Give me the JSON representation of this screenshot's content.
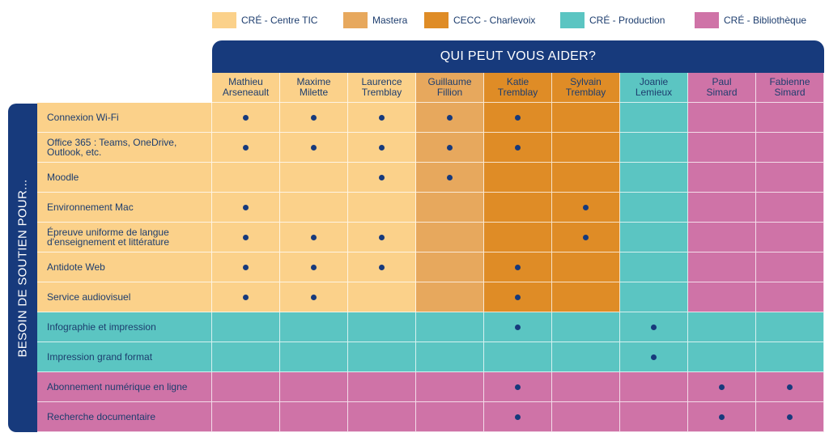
{
  "colors": {
    "cre_centre_tic": "#fbd18a",
    "mastera": "#e7a85d",
    "cecc_charlevoix": "#df8c26",
    "cre_production": "#5bc5c2",
    "cre_bibliotheque": "#cf73a7",
    "navy": "#173a7c"
  },
  "legend": [
    {
      "label": "CRÉ - Centre TIC",
      "group": "cre"
    },
    {
      "label": "Mastera",
      "group": "mastera"
    },
    {
      "label": "CECC - Charlevoix",
      "group": "cecc"
    },
    {
      "label": "CRÉ - Production",
      "group": "prod"
    },
    {
      "label": "CRÉ - Bibliothèque",
      "group": "biblio"
    }
  ],
  "header_title": "QUI PEUT VOUS AIDER?",
  "side_title": "BESOIN DE SOUTIEN POUR...",
  "people": [
    {
      "first": "Mathieu",
      "last": "Arseneault",
      "group": "cre"
    },
    {
      "first": "Maxime",
      "last": "Milette",
      "group": "cre"
    },
    {
      "first": "Laurence",
      "last": "Tremblay",
      "group": "cre"
    },
    {
      "first": "Guillaume",
      "last": "Fillion",
      "group": "mastera"
    },
    {
      "first": "Katie",
      "last": "Tremblay",
      "group": "cecc"
    },
    {
      "first": "Sylvain",
      "last": "Tremblay",
      "group": "cecc"
    },
    {
      "first": "Joanie",
      "last": "Lemieux",
      "group": "prod"
    },
    {
      "first": "Paul",
      "last": "Simard",
      "group": "biblio"
    },
    {
      "first": "Fabienne",
      "last": "Simard",
      "group": "biblio"
    }
  ],
  "rows": [
    {
      "label": "Connexion Wi-Fi",
      "group": "cre",
      "marks": [
        1,
        1,
        1,
        1,
        1,
        0,
        0,
        0,
        0
      ]
    },
    {
      "label": "Office 365 : Teams, OneDrive, Outlook, etc.",
      "group": "cre",
      "marks": [
        1,
        1,
        1,
        1,
        1,
        0,
        0,
        0,
        0
      ]
    },
    {
      "label": "Moodle",
      "group": "cre",
      "marks": [
        0,
        0,
        1,
        1,
        0,
        0,
        0,
        0,
        0
      ]
    },
    {
      "label": "Environnement Mac",
      "group": "cre",
      "marks": [
        1,
        0,
        0,
        0,
        0,
        1,
        0,
        0,
        0
      ]
    },
    {
      "label": "Épreuve uniforme de langue d'enseignement et littérature",
      "group": "cre",
      "marks": [
        1,
        1,
        1,
        0,
        0,
        1,
        0,
        0,
        0
      ]
    },
    {
      "label": "Antidote Web",
      "group": "cre",
      "marks": [
        1,
        1,
        1,
        0,
        1,
        0,
        0,
        0,
        0
      ]
    },
    {
      "label": "Service audiovisuel",
      "group": "cre",
      "marks": [
        1,
        1,
        0,
        0,
        1,
        0,
        0,
        0,
        0
      ]
    },
    {
      "label": "Infographie et impression",
      "group": "prod",
      "marks": [
        0,
        0,
        0,
        0,
        1,
        0,
        1,
        0,
        0
      ]
    },
    {
      "label": "Impression grand format",
      "group": "prod",
      "marks": [
        0,
        0,
        0,
        0,
        0,
        0,
        1,
        0,
        0
      ]
    },
    {
      "label": "Abonnement numérique en ligne",
      "group": "biblio",
      "marks": [
        0,
        0,
        0,
        0,
        1,
        0,
        0,
        1,
        1
      ]
    },
    {
      "label": "Recherche documentaire",
      "group": "biblio",
      "marks": [
        0,
        0,
        0,
        0,
        1,
        0,
        0,
        1,
        1
      ]
    }
  ]
}
